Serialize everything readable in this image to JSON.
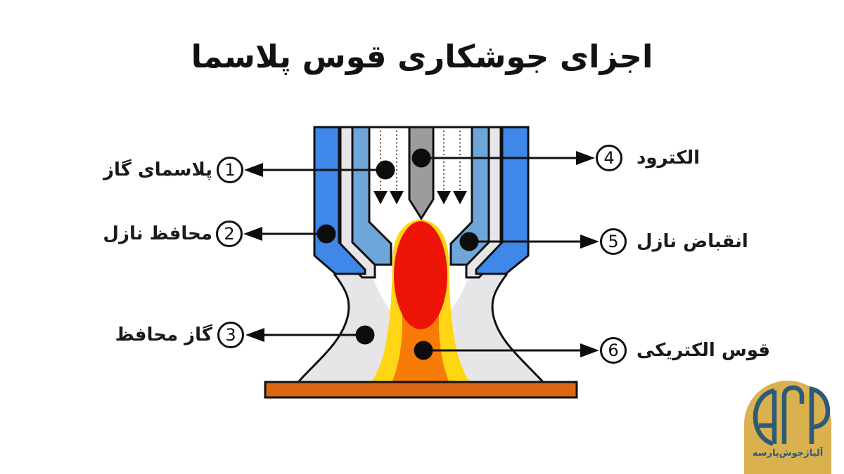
{
  "title": "اجزای جوشکاری قوس پلاسما",
  "labels": {
    "left": [
      {
        "num": "1",
        "text": "پلاسمای گاز"
      },
      {
        "num": "2",
        "text": "محافظ نازل"
      },
      {
        "num": "3",
        "text": "گاز محافظ"
      }
    ],
    "right": [
      {
        "num": "4",
        "text": "الکترود"
      },
      {
        "num": "5",
        "text": "انقباض نازل"
      },
      {
        "num": "6",
        "text": "قوس الکتریکی"
      }
    ]
  },
  "logo": {
    "monogram": "AJP",
    "name": "آلیاژجوش‌پارسه",
    "background_color": "#D9B14F",
    "foreground_color": "#2E5A78"
  },
  "colors": {
    "outer_nozzle_blue": "#3F87E9",
    "inner_nozzle_blue": "#6FA6D9",
    "gas_channel_gray": "#E6E6E8",
    "electrode_gray": "#9C9C9C",
    "arc_red": "#EC1307",
    "arc_orange": "#F97B07",
    "arc_yellow": "#FFD613",
    "workpiece_orange": "#DB6713",
    "line_black": "#111111"
  }
}
